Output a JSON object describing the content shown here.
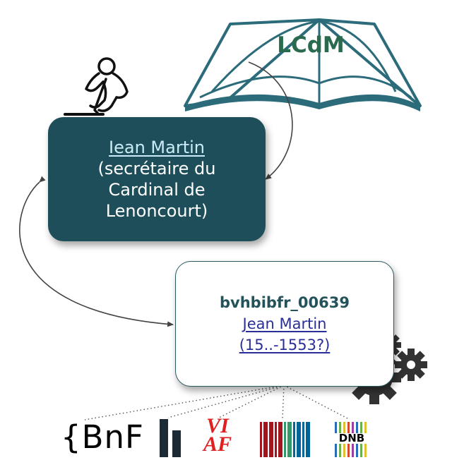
{
  "lcdm": {
    "label": "LCdM",
    "icon": "open-book-icon"
  },
  "author": {
    "icon": "writer-icon",
    "name": "Iean Martin",
    "description": [
      "(secrétaire du",
      "Cardinal de",
      "Lenoncourt)"
    ]
  },
  "bvh": {
    "id": "bvhbibfr_00639",
    "link_lines": [
      "Jean Martin",
      "(15..-1553?)"
    ],
    "icon": "gears-icon"
  },
  "authorities": [
    {
      "name": "bnf",
      "text": "{BnF"
    },
    {
      "name": "idref",
      "text": ""
    },
    {
      "name": "viaf",
      "text": "VI AF"
    },
    {
      "name": "wikidata",
      "text": ""
    },
    {
      "name": "dnb",
      "text": "DNB"
    }
  ],
  "colors": {
    "main_node": "#1e4e59",
    "link_light": "#c9ecf7",
    "link_dark": "#2a2f9a",
    "bvh_id": "#23525a",
    "lcdm": "#2a6b4f",
    "viaf_red": "#e02020",
    "wikidata_red": "#a3151c",
    "wikidata_green": "#339966",
    "wikidata_blue": "#006699"
  }
}
